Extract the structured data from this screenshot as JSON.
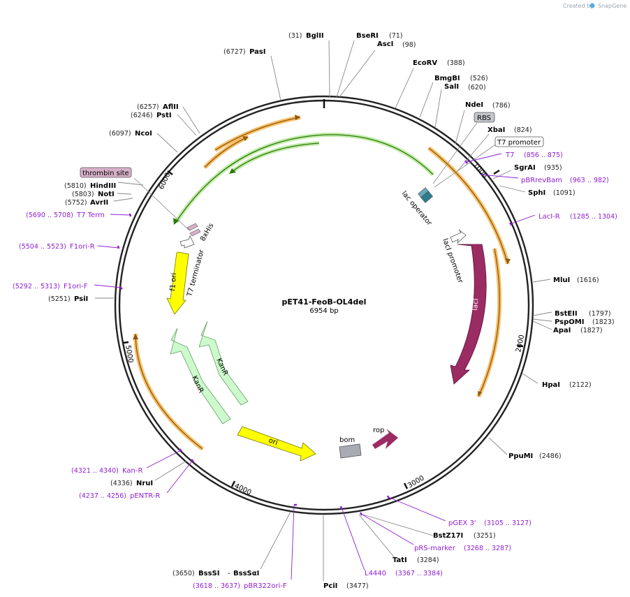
{
  "header": {
    "credit_prefix": "Created by",
    "credit_brand": "SnapGene"
  },
  "map": {
    "name": "pET41-FeoB-OL4del",
    "length": "6954 bp"
  },
  "ticks": [
    "1000",
    "2000",
    "3000",
    "4000",
    "5000",
    "6000"
  ],
  "enzymes": [
    {
      "name": "BglII",
      "pos": "(31)"
    },
    {
      "name": "BseRI",
      "pos": "(71)"
    },
    {
      "name": "AscI",
      "pos": "(98)"
    },
    {
      "name": "EcoRV",
      "pos": "(388)"
    },
    {
      "name": "BmgBI",
      "pos": "(526)"
    },
    {
      "name": "SalI",
      "pos": "(620)"
    },
    {
      "name": "NdeI",
      "pos": "(786)"
    },
    {
      "name": "XbaI",
      "pos": "(824)"
    },
    {
      "name": "SgrAI",
      "pos": "(935)"
    },
    {
      "name": "SphI",
      "pos": "(1091)"
    },
    {
      "name": "MluI",
      "pos": "(1616)"
    },
    {
      "name": "BstEII",
      "pos": "(1797)"
    },
    {
      "name": "PspOMI",
      "pos": "(1823)"
    },
    {
      "name": "ApaI",
      "pos": "(1827)"
    },
    {
      "name": "HpaI",
      "pos": "(2122)"
    },
    {
      "name": "PpuMI",
      "pos": "(2486)"
    },
    {
      "name": "BstZ17I",
      "pos": "(3251)"
    },
    {
      "name": "TatI",
      "pos": "(3284)"
    },
    {
      "name": "PciI",
      "pos": "(3477)"
    },
    {
      "name": "BssSI",
      "pos": "(3650)"
    },
    {
      "name": "BssSαI",
      "pos": ""
    },
    {
      "name": "NruI",
      "pos": "(4336)"
    },
    {
      "name": "PsiI",
      "pos": "(5251)"
    },
    {
      "name": "AvrII",
      "pos": "(5752)"
    },
    {
      "name": "NotI",
      "pos": "(5803)"
    },
    {
      "name": "HindIII",
      "pos": "(5810)"
    },
    {
      "name": "NcoI",
      "pos": "(6097)"
    },
    {
      "name": "PstI",
      "pos": "(6246)"
    },
    {
      "name": "AflII",
      "pos": "(6257)"
    },
    {
      "name": "PasI",
      "pos": "(6727)"
    }
  ],
  "primers": [
    {
      "name": "T7",
      "range": "(856 .. 875)"
    },
    {
      "name": "pBRrevBam",
      "range": "(963 .. 982)"
    },
    {
      "name": "LacI-R",
      "range": "(1285 .. 1304)"
    },
    {
      "name": "pGEX 3'",
      "range": "(3105 .. 3127)"
    },
    {
      "name": "pRS-marker",
      "range": "(3268 .. 3287)"
    },
    {
      "name": "L4440",
      "range": "(3367 .. 3384)"
    },
    {
      "name": "pBR322ori-F",
      "range": "(3618 .. 3637)"
    },
    {
      "name": "pENTR-R",
      "range": "(4237 .. 4256)"
    },
    {
      "name": "Kan-R",
      "range": "(4321 .. 4340)"
    },
    {
      "name": "F1ori-F",
      "range": "(5292 .. 5313)"
    },
    {
      "name": "F1ori-R",
      "range": "(5504 .. 5523)"
    },
    {
      "name": "T7 Term",
      "range": "(5690 .. 5708)"
    }
  ],
  "boxed_features": {
    "rbs": "RBS",
    "t7_promoter": "T7 promoter",
    "thrombin": "thrombin site"
  },
  "features": {
    "lac_operator": "lac operator",
    "laci_promoter": "lacI promoter",
    "laci": "lacI",
    "rop": "rop",
    "bom": "bom",
    "ori": "ori",
    "kanr": "KanR",
    "f1_ori": "f1 ori",
    "t7_terminator": "T7 terminator",
    "his": "8xHis"
  },
  "colors": {
    "backbone": "#222222",
    "laci": "#9b2b63",
    "ori": "#ffff00",
    "kanr": "#ccfacc",
    "bom": "#a8abb2",
    "orange": "#f6ae40",
    "green": "#55b21d",
    "primer": "#8f1fd1"
  }
}
